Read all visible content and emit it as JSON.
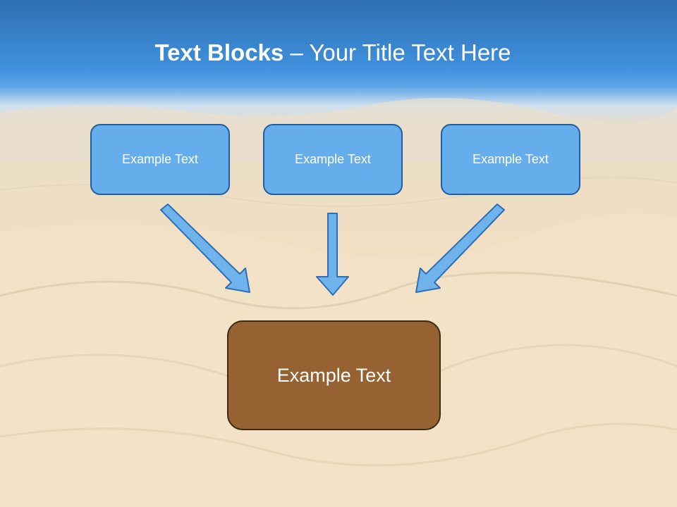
{
  "title": {
    "bold": "Text Blocks",
    "rest": " – Your Title Text Here"
  },
  "blocks": {
    "top": [
      "Example Text",
      "Example Text",
      "Example Text"
    ],
    "bottom": "Example Text"
  },
  "colors": {
    "sky": "#3f8fdc",
    "top_box_fill": "#66aeeb",
    "top_box_border": "#1f5ea3",
    "bottom_box_fill": "#976232",
    "arrow_fill": "#6fb3ec",
    "arrow_stroke": "#2d6fb5"
  }
}
